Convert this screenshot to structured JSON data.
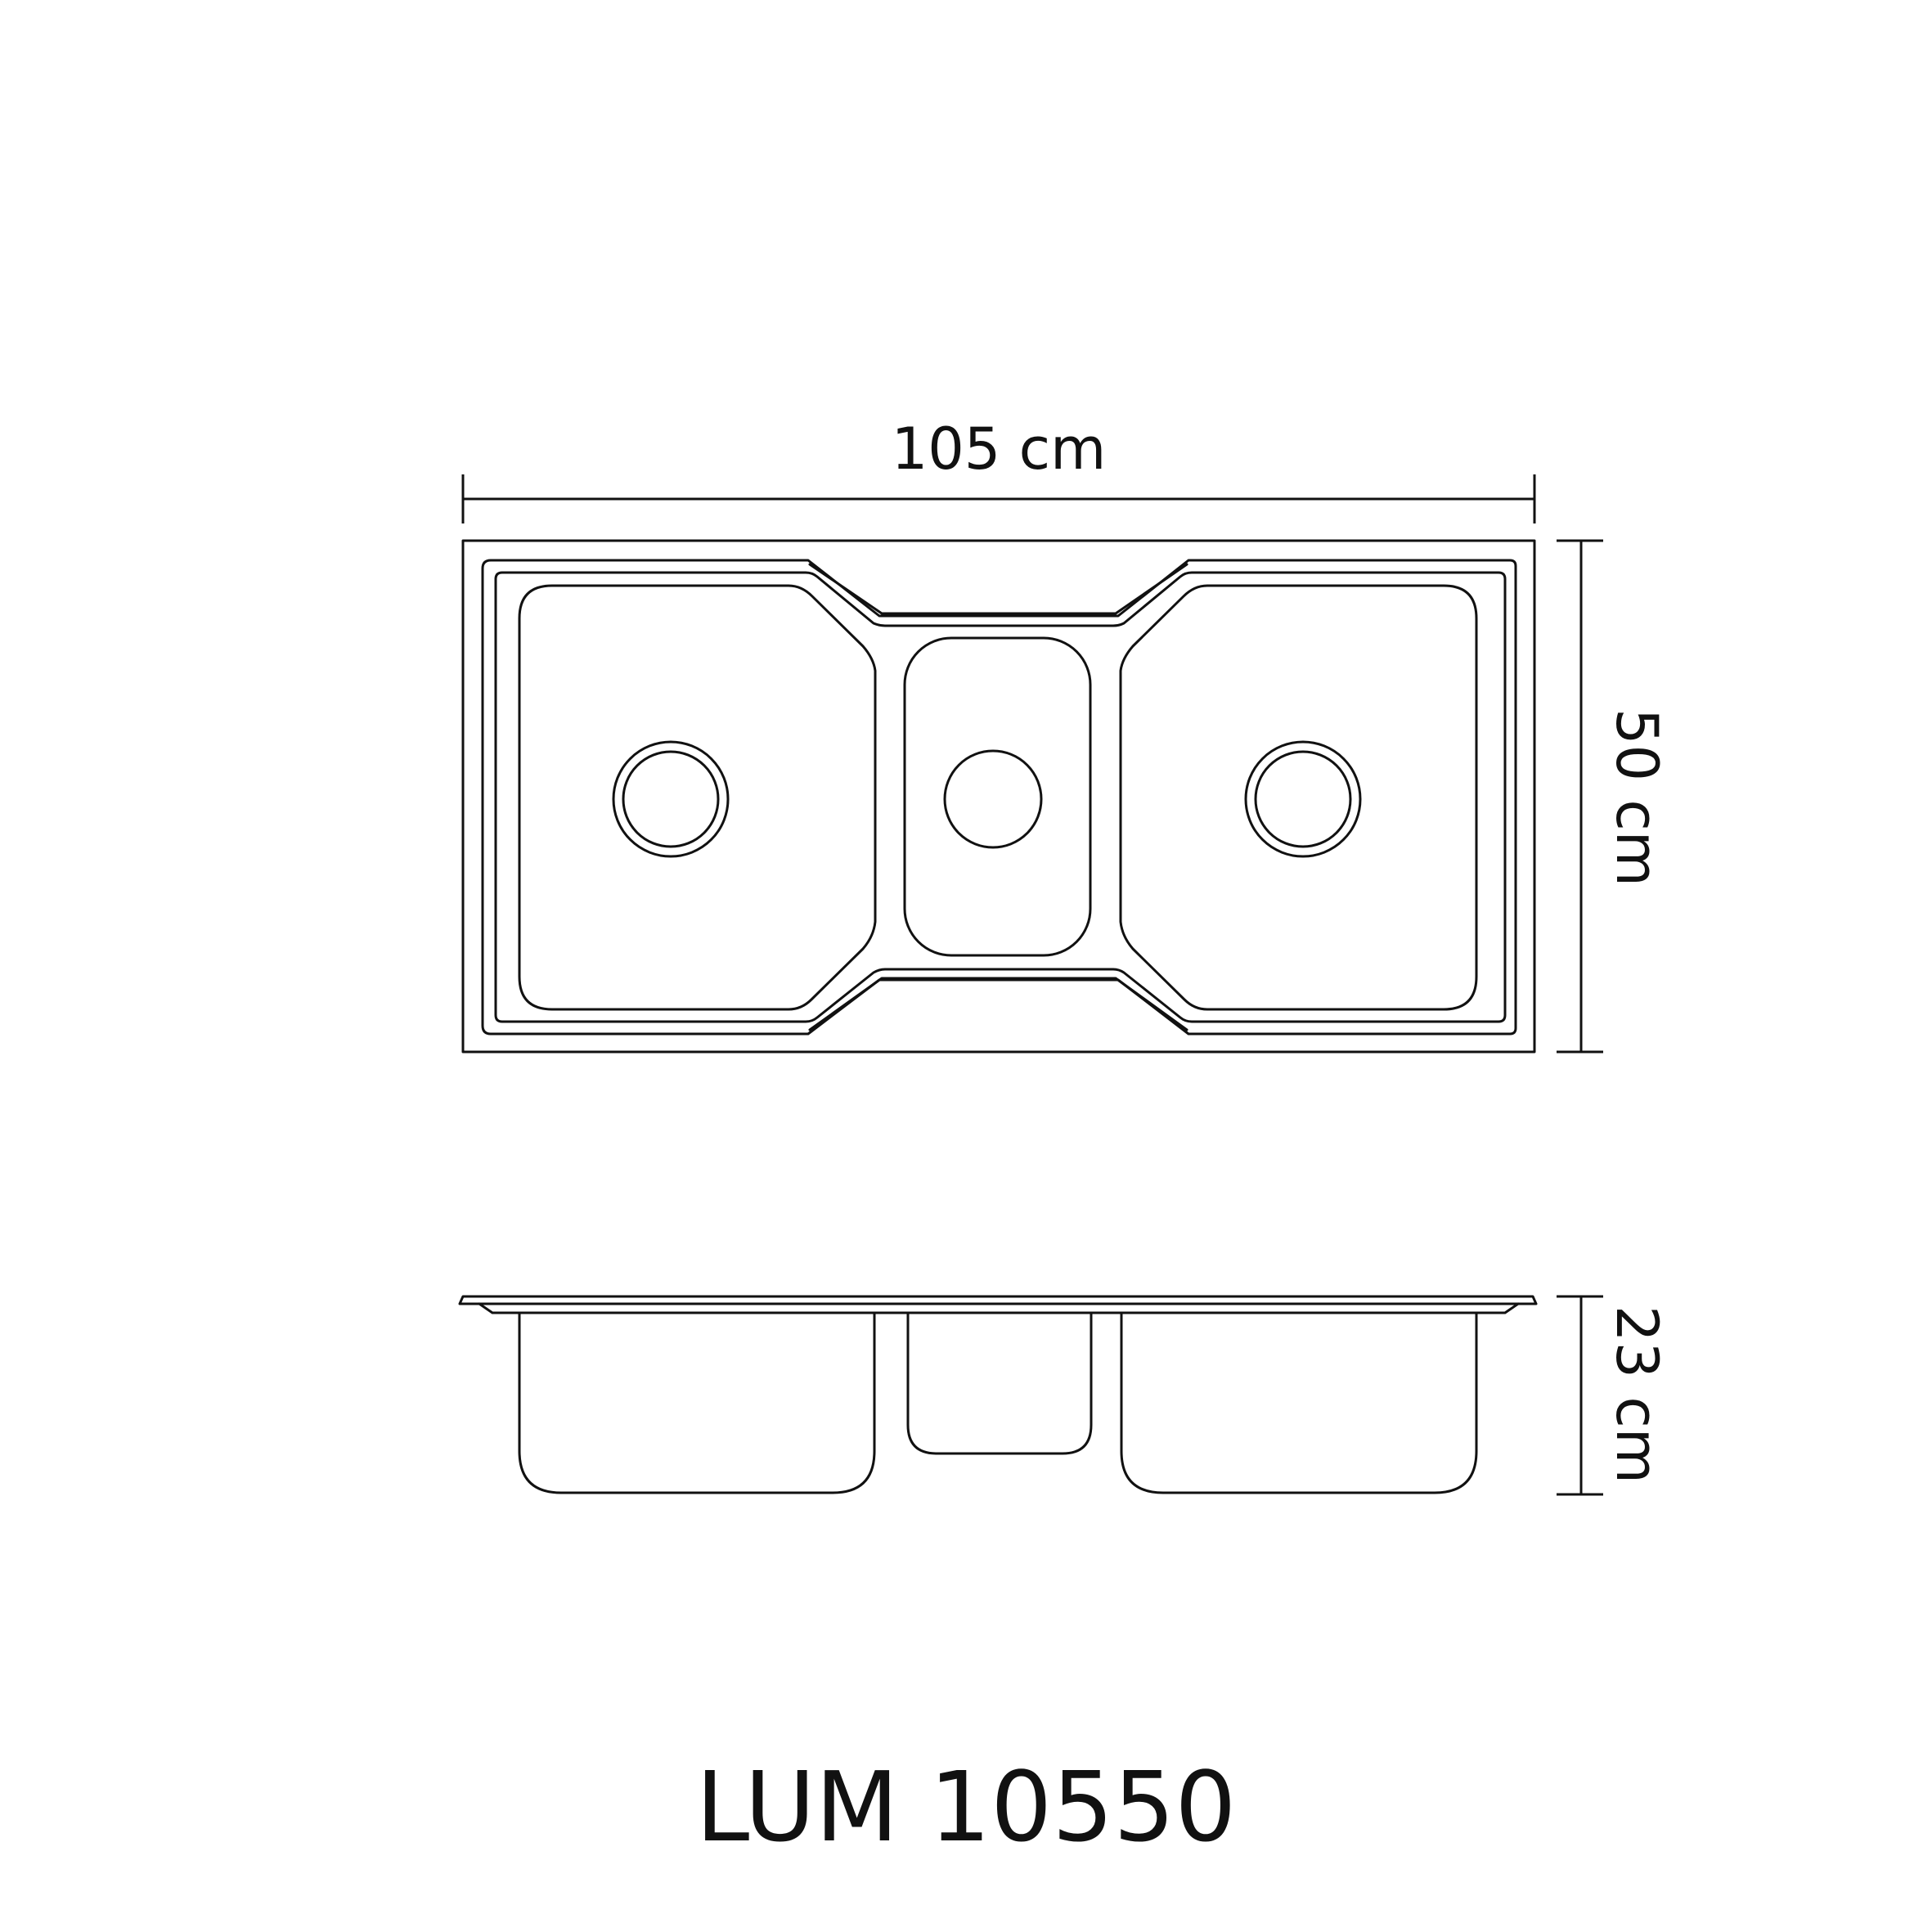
{
  "dimensions": {
    "width_label": "105 cm",
    "depth_label": "50 cm",
    "height_label": "23 cm"
  },
  "model": {
    "title": "LUM 10550"
  }
}
